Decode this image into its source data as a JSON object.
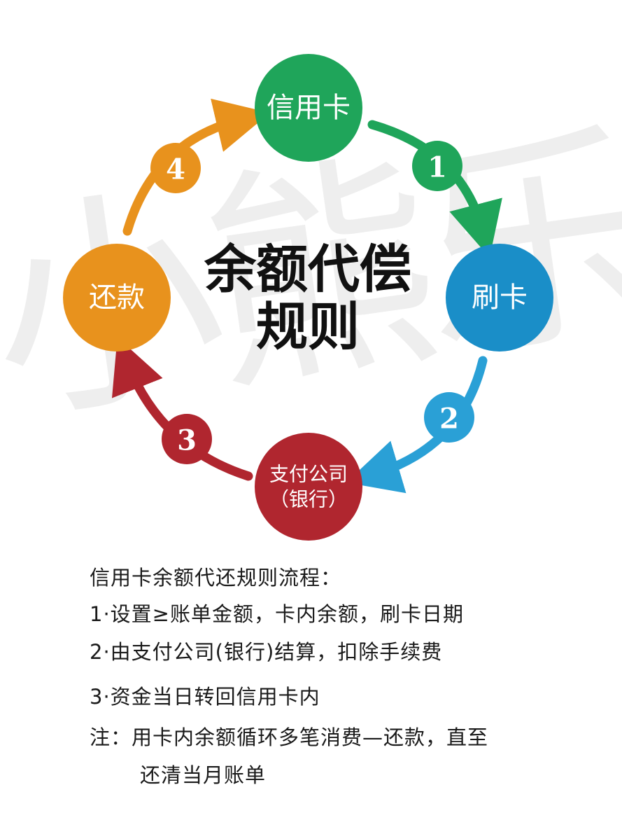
{
  "watermark": "小熊乐",
  "title": {
    "line1": "余额代偿",
    "line2": "规则"
  },
  "nodes": [
    {
      "id": "credit-card",
      "label": "信用卡",
      "color": "#1fa55a"
    },
    {
      "id": "swipe",
      "label": "刷卡",
      "color": "#1a8ec8"
    },
    {
      "id": "payment-company",
      "label_line1": "支付公司",
      "label_line2": "（银行）",
      "color": "#b0262f"
    },
    {
      "id": "repay",
      "label": "还款",
      "color": "#e8921d"
    }
  ],
  "steps": [
    {
      "number": "1",
      "color": "#1fa55a"
    },
    {
      "number": "2",
      "color": "#2aa0d6"
    },
    {
      "number": "3",
      "color": "#b0262f"
    },
    {
      "number": "4",
      "color": "#e8921d"
    }
  ],
  "notes": {
    "heading": "信用卡余额代还规则流程：",
    "item1": "1·设置≥账单金额，卡内余额，刷卡日期",
    "item2": "2·由支付公司(银行)结算，扣除手续费",
    "item3": "3·资金当日转回信用卡内",
    "note_line1": "注：用卡内余额循环多笔消费—还款，直至",
    "note_line2": "还清当月账单"
  }
}
